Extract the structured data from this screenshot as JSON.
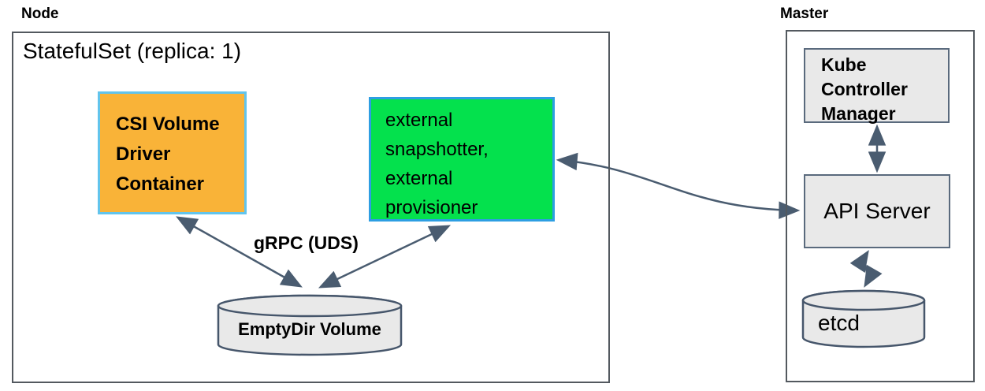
{
  "node_group": {
    "title": "Node",
    "statefulset_title": "StatefulSet (replica: 1)",
    "csi_box_label": "CSI Volume\nDriver\nContainer",
    "sidecar_box_label": "external\nsnapshotter,\nexternal\nprovisioner",
    "grpc_label": "gRPC (UDS)",
    "emptydir_label": "EmptyDir Volume"
  },
  "master_group": {
    "title": "Master",
    "kube_controller_manager_label": "Kube\nController\nManager",
    "api_server_label": "API Server",
    "etcd_label": "etcd"
  },
  "colors": {
    "csi_box_fill": "#f9b338",
    "csi_box_border": "#62c4ec",
    "sidecar_box_fill": "#04e14d",
    "sidecar_box_border": "#2d9ee2",
    "component_fill": "#e9e9e9",
    "component_border": "#5a6a7d",
    "cylinder_border": "#46566b",
    "group_border": "#53595f",
    "arrow": "#4a5c70"
  }
}
